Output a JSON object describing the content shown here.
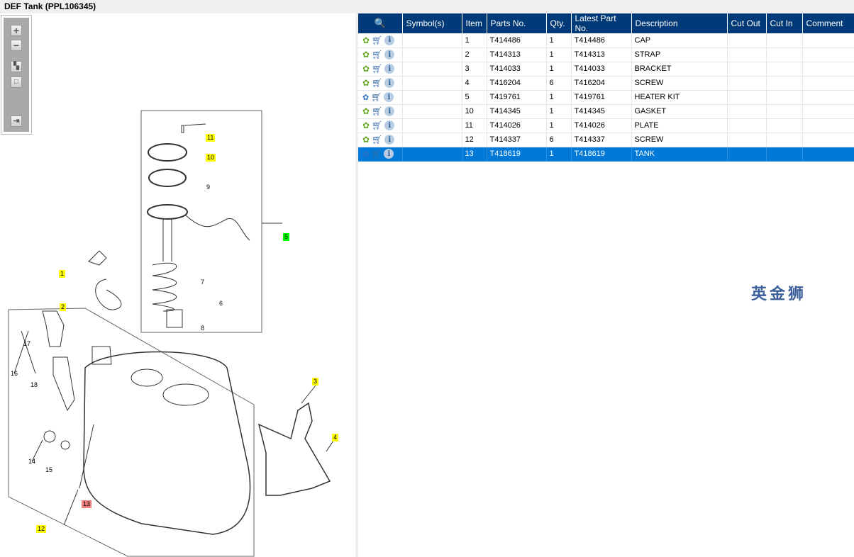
{
  "title": "DEF Tank (PPL106345)",
  "toolbar": [
    "zoom-in",
    "zoom-out",
    "fit-all",
    "actual-size",
    "toggle-panel"
  ],
  "watermark": "英金狮",
  "diagram_labels": [
    {
      "text": "11",
      "style": "y"
    },
    {
      "text": "10",
      "style": "y"
    },
    {
      "text": "9",
      "style": "plain"
    },
    {
      "text": "5",
      "style": "g"
    },
    {
      "text": "7",
      "style": "plain"
    },
    {
      "text": "6",
      "style": "plain"
    },
    {
      "text": "8",
      "style": "plain"
    },
    {
      "text": "1",
      "style": "y"
    },
    {
      "text": "2",
      "style": "y"
    },
    {
      "text": "17",
      "style": "plain"
    },
    {
      "text": "16",
      "style": "plain"
    },
    {
      "text": "18",
      "style": "plain"
    },
    {
      "text": "3",
      "style": "y"
    },
    {
      "text": "4",
      "style": "y"
    },
    {
      "text": "14",
      "style": "plain"
    },
    {
      "text": "15",
      "style": "plain"
    },
    {
      "text": "13",
      "style": "r"
    },
    {
      "text": "12",
      "style": "y"
    }
  ],
  "table": {
    "headers": [
      "",
      "Symbol(s)",
      "Item",
      "Parts No.",
      "Qty.",
      "Latest Part No.",
      "Description",
      "Cut Out",
      "Cut In",
      "Comment"
    ],
    "rows": [
      {
        "item": "1",
        "part": "T414486",
        "qty": "1",
        "latest": "T414486",
        "desc": "CAP",
        "kit": false
      },
      {
        "item": "2",
        "part": "T414313",
        "qty": "1",
        "latest": "T414313",
        "desc": "STRAP",
        "kit": false
      },
      {
        "item": "3",
        "part": "T414033",
        "qty": "1",
        "latest": "T414033",
        "desc": "BRACKET",
        "kit": false
      },
      {
        "item": "4",
        "part": "T416204",
        "qty": "6",
        "latest": "T416204",
        "desc": "SCREW",
        "kit": false
      },
      {
        "item": "5",
        "part": "T419761",
        "qty": "1",
        "latest": "T419761",
        "desc": "HEATER KIT",
        "kit": true
      },
      {
        "item": "10",
        "part": "T414345",
        "qty": "1",
        "latest": "T414345",
        "desc": "GASKET",
        "kit": false
      },
      {
        "item": "11",
        "part": "T414026",
        "qty": "1",
        "latest": "T414026",
        "desc": "PLATE",
        "kit": false
      },
      {
        "item": "12",
        "part": "T414337",
        "qty": "6",
        "latest": "T414337",
        "desc": "SCREW",
        "kit": false
      },
      {
        "item": "13",
        "part": "T418619",
        "qty": "1",
        "latest": "T418619",
        "desc": "TANK",
        "kit": true,
        "selected": true
      }
    ]
  }
}
